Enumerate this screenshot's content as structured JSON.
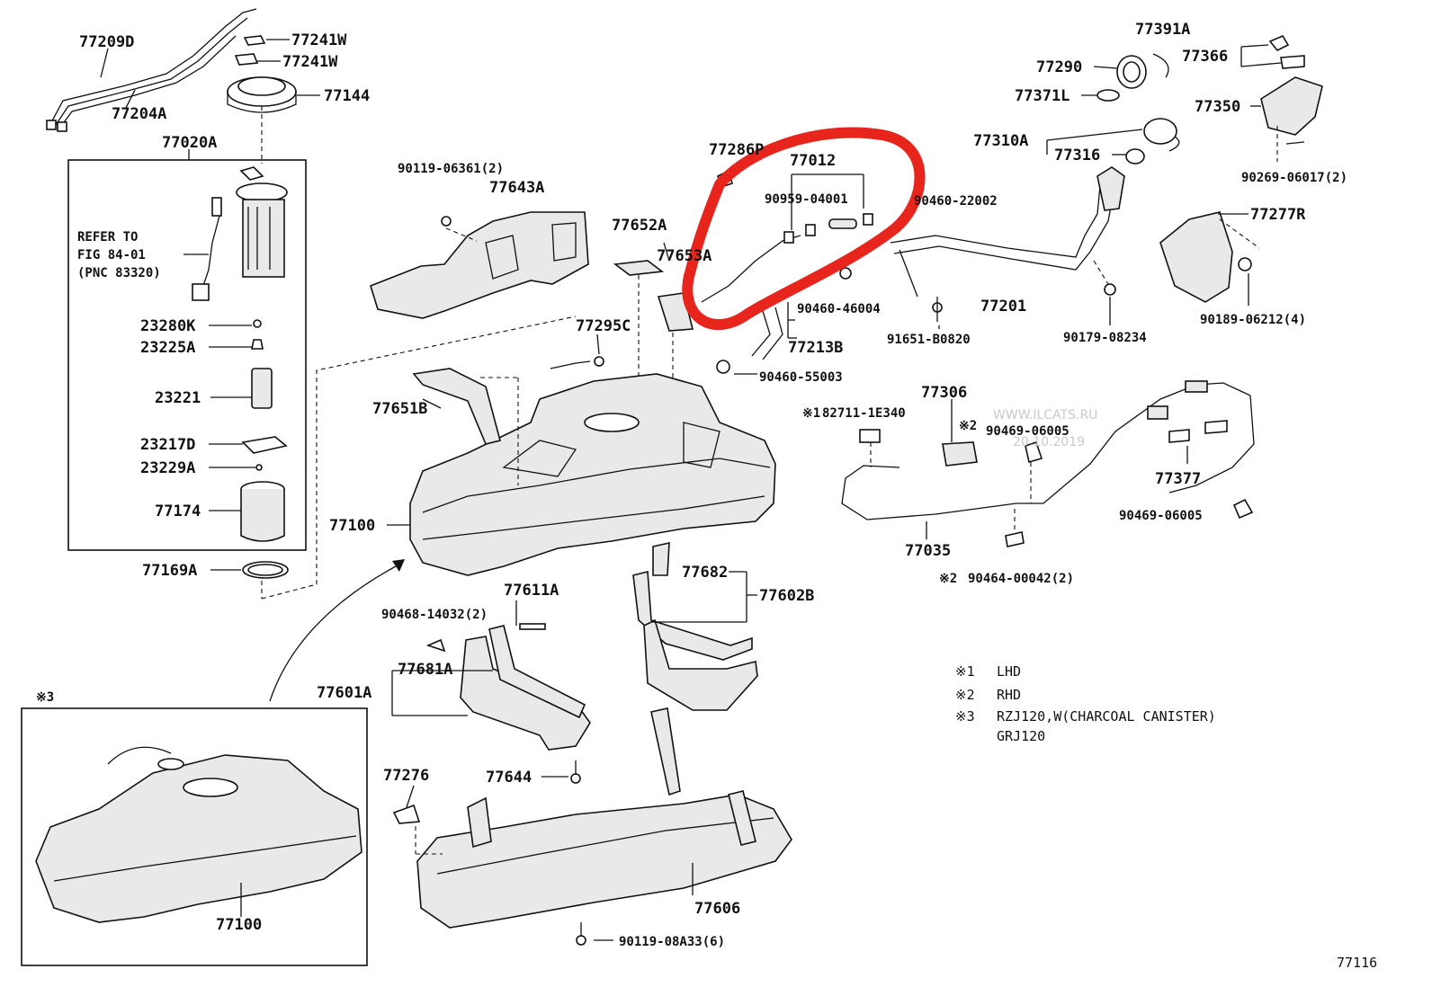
{
  "diagram_title": "",
  "figure_code": "77116",
  "watermark": {
    "site": "WWW.ILCATS.RU",
    "date": "20.10.2019"
  },
  "refer_note": {
    "line1": "REFER TO",
    "line2": "FIG 84-01",
    "line3": "(PNC 83320)"
  },
  "labels": {
    "p77209D": "77209D",
    "p77241W_a": "77241W",
    "p77241W_b": "77241W",
    "p77144": "77144",
    "p77204A": "77204A",
    "p77020A": "77020A",
    "p23280K": "23280K",
    "p23225A": "23225A",
    "p23221": "23221",
    "p23217D": "23217D",
    "p23229A": "23229A",
    "p77174": "77174",
    "p77169A": "77169A",
    "p90119_06361": "90119-06361(2)",
    "p77643A": "77643A",
    "p77652A": "77652A",
    "p77653A": "77653A",
    "p77286P": "77286P",
    "p77012": "77012",
    "p90959_04001": "90959-04001",
    "p90460_22002": "90460-22002",
    "p77295C": "77295C",
    "p90460_46004": "90460-46004",
    "p77213B": "77213B",
    "p90460_55003": "90460-55003",
    "p77651B": "77651B",
    "p77100": "77100",
    "p77611A": "77611A",
    "p90468_14032": "90468-14032(2)",
    "p77681A": "77681A",
    "p77601A": "77601A",
    "p77682": "77682",
    "p77602B": "77602B",
    "p77644": "77644",
    "p77276": "77276",
    "p77606": "77606",
    "p90119_08A33": "90119-08A33(6)",
    "p77100_inset": "77100",
    "p77391A": "77391A",
    "p77290": "77290",
    "p77366": "77366",
    "p77371L": "77371L",
    "p77350": "77350",
    "p77310A": "77310A",
    "p77316": "77316",
    "p90269_06017": "90269-06017(2)",
    "p77201": "77201",
    "p91651_B0820": "91651-B0820",
    "p90179_08234": "90179-08234",
    "p77277R": "77277R",
    "p90189_06212": "90189-06212(4)",
    "p77306": "77306",
    "p82711_1E340": "82711-1E340",
    "p90469_06005_a": "90469-06005",
    "p77377": "77377",
    "p90469_06005_b": "90469-06005",
    "p77035": "77035",
    "p90464_00042": "90464-00042(2)"
  },
  "marks": {
    "m1": "※1",
    "m2": "※2",
    "m3": "※3"
  },
  "legend": [
    {
      "mark": "※1",
      "text": "LHD"
    },
    {
      "mark": "※2",
      "text": "RHD"
    },
    {
      "mark": "※3",
      "text": "RZJ120,W(CHARCOAL CANISTER)"
    },
    {
      "mark": "",
      "text": "GRJ120"
    }
  ],
  "highlight": {
    "color": "#e8251c",
    "target_part": "77012"
  },
  "colors": {
    "line": "#111111",
    "background": "#ffffff",
    "highlight": "#e8251c"
  }
}
